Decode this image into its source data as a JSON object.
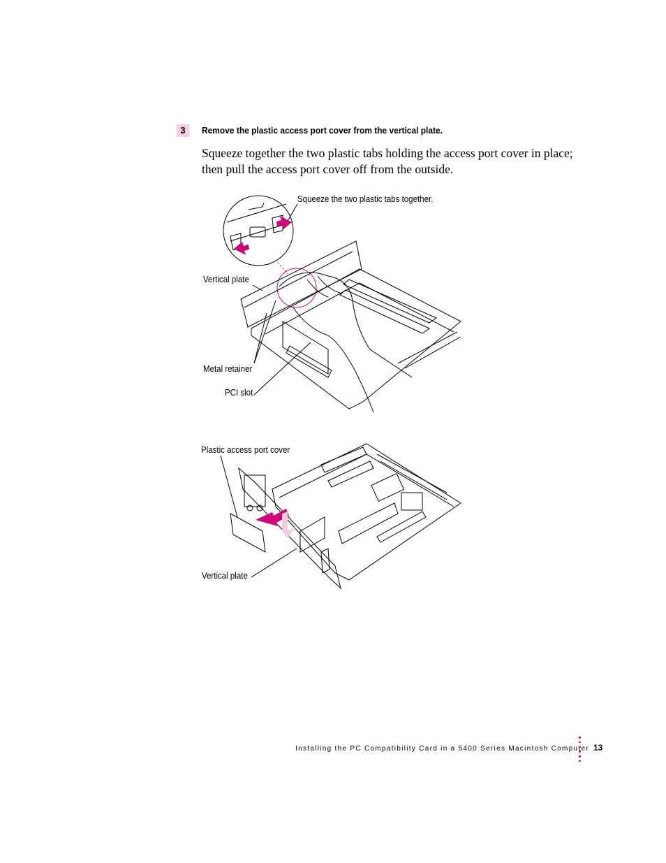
{
  "step": {
    "number": "3",
    "title": "Remove the plastic access port cover from the vertical plate."
  },
  "body": {
    "text": "Squeeze together the two plastic tabs holding the access port cover in place; then pull the access port cover off from the outside."
  },
  "figure1": {
    "labels": {
      "squeeze": "Squeeze the two plastic tabs together.",
      "vertical_plate": "Vertical plate",
      "metal_retainer": "Metal retainer",
      "pci_slot": "PCI slot"
    }
  },
  "figure2": {
    "labels": {
      "cover": "Plastic access port cover",
      "vertical_plate": "Vertical plate"
    }
  },
  "footer": {
    "running_title": "Installing the PC Compatibility Card in a 5400 Series Macintosh Computer",
    "page_number": "13"
  },
  "colors": {
    "accent": "#d4007a",
    "step_badge": "#f6cde0"
  }
}
